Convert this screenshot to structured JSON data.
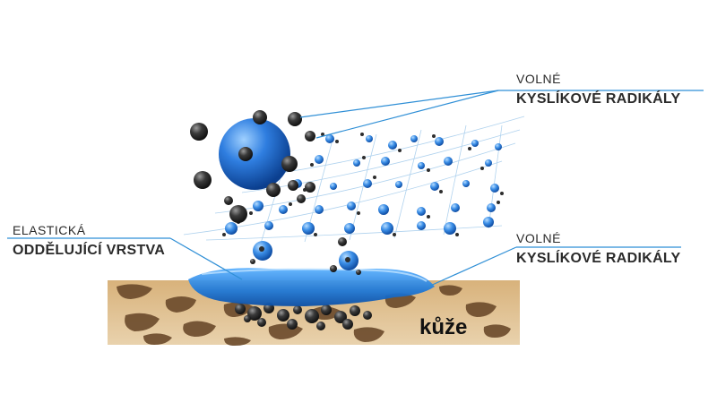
{
  "labels": {
    "top": {
      "line1": "VOLNÉ",
      "line2": "KYSLÍKOVÉ RADIKÁLY"
    },
    "left": {
      "line1": "ELASTICKÁ",
      "line2": "ODDĚLUJÍCÍ VRSTVA"
    },
    "right": {
      "line1": "VOLNÉ",
      "line2": "KYSLÍKOVÉ RADIKÁLY"
    }
  },
  "skin": {
    "label": "kůže"
  },
  "colors": {
    "accent_blue": "#1f74c9",
    "line_blue": "#2f8fd6",
    "molecule_blue": "#3b8fe0",
    "radical_dark": "#2d2d2d",
    "skin_tan": "#d9b98a",
    "skin_brown": "#6b4a2b",
    "film_blue": "#2f8fe0"
  }
}
